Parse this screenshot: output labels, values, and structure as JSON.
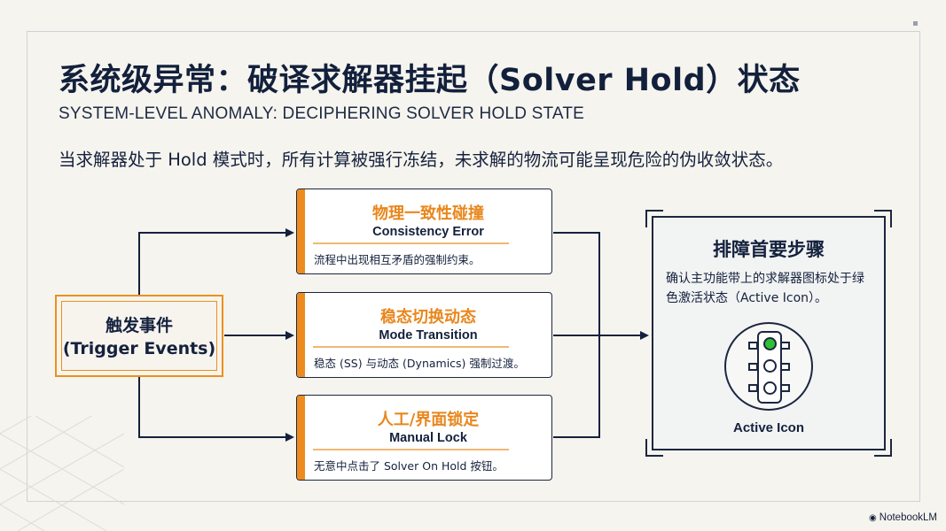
{
  "title": "系统级异常：破译求解器挂起（Solver Hold）状态",
  "subtitle": "SYSTEM-LEVEL ANOMALY: DECIPHERING SOLVER HOLD STATE",
  "lead": "当求解器处于 Hold 模式时，所有计算被强行冻结，未求解的物流可能呈现危险的伪收敛状态。",
  "trigger": {
    "label_cn": "触发事件",
    "label_en": "(Trigger Events)"
  },
  "cards": [
    {
      "title_cn": "物理一致性碰撞",
      "title_en": "Consistency Error",
      "desc": "流程中出现相互矛盾的强制约束。"
    },
    {
      "title_cn": "稳态切换动态",
      "title_en": "Mode Transition",
      "desc": "稳态 (SS) 与动态 (Dynamics) 强制过渡。"
    },
    {
      "title_cn": "人工/界面锁定",
      "title_en": "Manual Lock",
      "desc": "无意中点击了 Solver On Hold 按钮。"
    }
  ],
  "panel": {
    "title": "排障首要步骤",
    "body": "确认主功能带上的求解器图标处于绿色激活状态（Active Icon）。",
    "icon_caption": "Active Icon",
    "icon": "traffic-light-icon"
  },
  "brand": "NotebookLM",
  "colors": {
    "accent": "#ee8b1f",
    "navy": "#14213d",
    "active_green": "#2fc133",
    "background": "#f6f4ee"
  }
}
